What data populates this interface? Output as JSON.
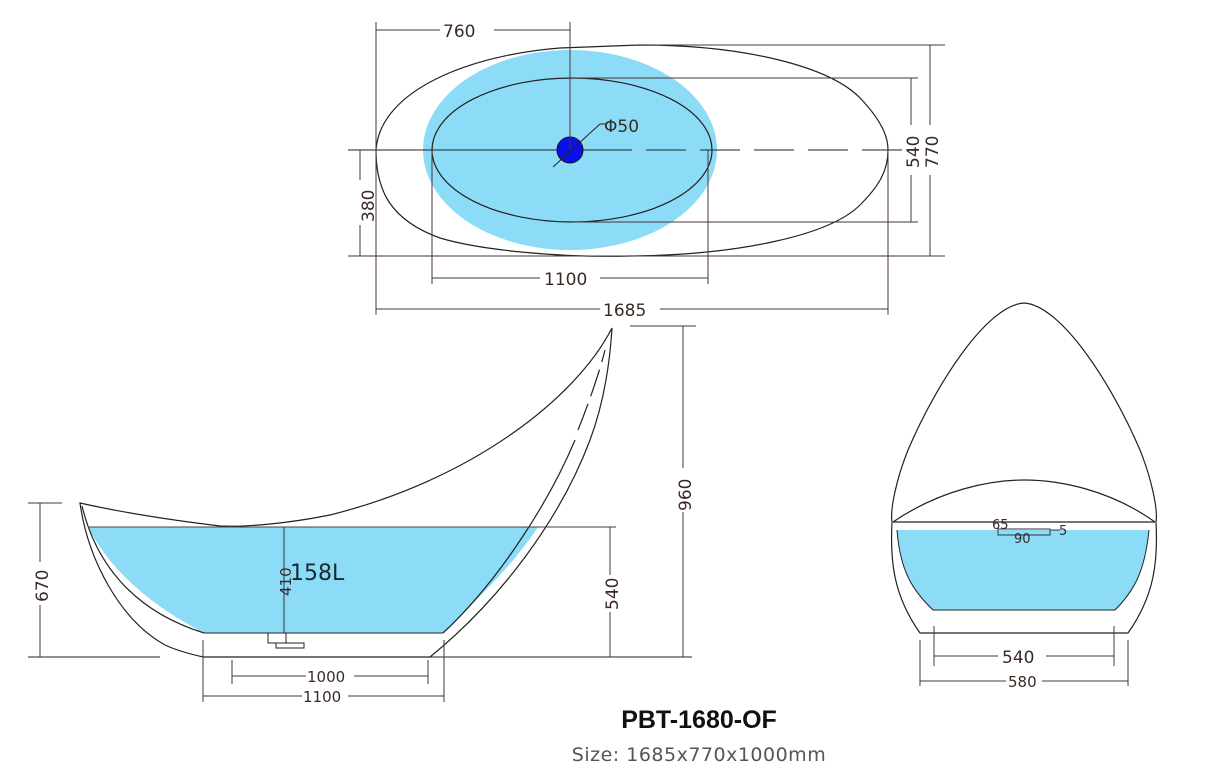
{
  "product": {
    "model": "PBT-1680-OF",
    "size": "Size: 1685x770x1000mm"
  },
  "colors": {
    "water": "#8cdcf8",
    "drain": "#0a10e8",
    "outline": "#222222",
    "dimension_line": "#4a3530"
  },
  "top_view": {
    "dims": {
      "drain_offset": "760",
      "drain_diameter": "Φ50",
      "inner_length": "1100",
      "overall_length": "1685",
      "inner_width": "540",
      "overall_width": "770",
      "centerline_offset": "380"
    }
  },
  "side_view": {
    "dims": {
      "low_end_height": "670",
      "high_end_height": "960",
      "water_depth": "540",
      "drain_depth": "410",
      "capacity": "158L",
      "base_length": "1000",
      "bottom_length": "1100"
    }
  },
  "end_view": {
    "dims": {
      "overflow_a": "65",
      "overflow_b": "90",
      "overflow_c": "5",
      "base_width_inner": "540",
      "base_width_outer": "580"
    }
  }
}
